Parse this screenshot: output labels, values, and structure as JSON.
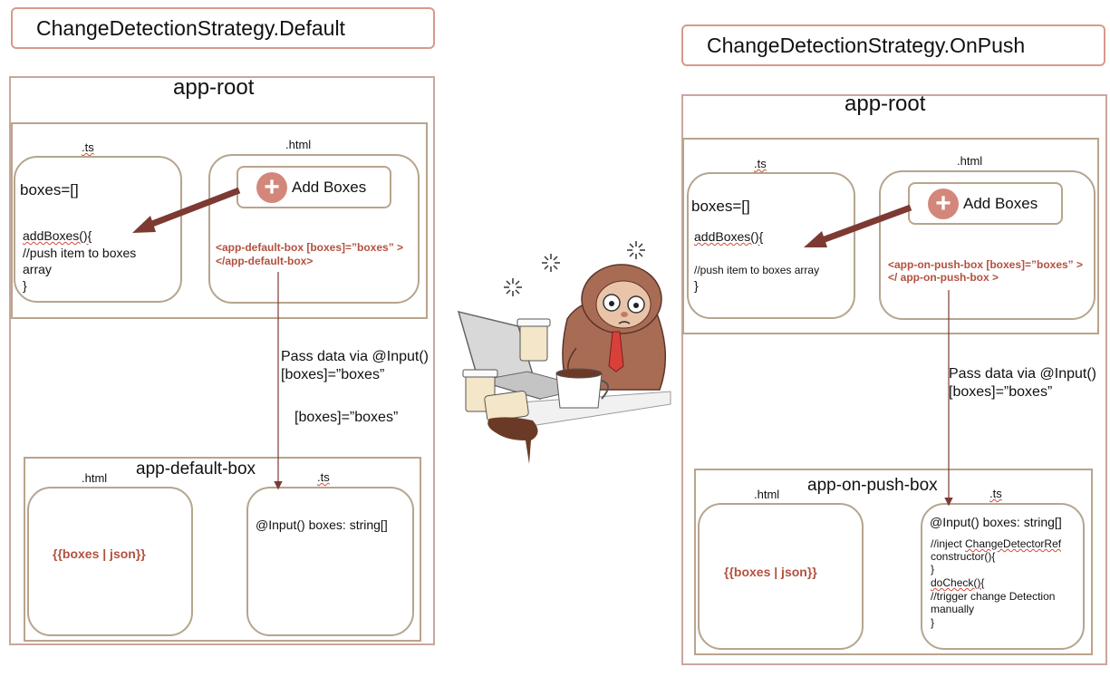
{
  "left": {
    "title": "ChangeDetectionStrategy.Default",
    "root_label": "app-root",
    "ts_label": ".ts",
    "html_label": ".html",
    "boxes_decl": "boxes=[]",
    "add_boxes_fn": "addBoxes(){",
    "push_comment_1": "//push item to boxes",
    "push_comment_2": "array",
    "close_brace": "}",
    "add_button_label": "Add Boxes",
    "template_line_1": "<app-default-box  [boxes]=”boxes” >",
    "template_line_2": "</app-default-box>",
    "pass_data_1": "Pass data via @Input()",
    "pass_data_2": "[boxes]=”boxes”",
    "pass_data_3": "[boxes]=”boxes”",
    "child_label": "app-default-box",
    "child_html_label": ".html",
    "child_ts_label": ".ts",
    "json_pipe": "{{boxes | json}}",
    "input_decl": "@Input() boxes: string[]"
  },
  "right": {
    "title": "ChangeDetectionStrategy.OnPush",
    "root_label": "app-root",
    "ts_label": ".ts",
    "html_label": ".html",
    "boxes_decl": "boxes=[]",
    "add_boxes_fn": "addBoxes(){",
    "push_comment": "//push item to boxes array",
    "close_brace": "}",
    "add_button_label": "Add Boxes",
    "template_line_1": "<app-on-push-box  [boxes]=”boxes” >",
    "template_line_2": "</ app-on-push-box >",
    "pass_data_1": "Pass data via @Input()",
    "pass_data_2": "[boxes]=”boxes”",
    "child_label": "app-on-push-box",
    "child_html_label": ".html",
    "child_ts_label": ".ts",
    "json_pipe": "{{boxes | json}}",
    "input_decl": "@Input() boxes: string[]",
    "inject_comment": "//inject ChangeDetectorRef",
    "constructor_line": "constructor(){",
    "constructor_close": "}",
    "docheck_line": "doCheck(){",
    "trigger_comment_1": "//trigger change Detection",
    "trigger_comment_2": "manually",
    "docheck_close": "}"
  },
  "colors": {
    "frame": "#c9a79d",
    "inner": "#b9a48c",
    "arrow": "#7d3a32",
    "code_red": "#b3513f",
    "plus_circle": "#d3877a"
  },
  "icons": {
    "illustration": "stressed-sloth-at-laptop-illustration",
    "plus": "plus-icon"
  }
}
